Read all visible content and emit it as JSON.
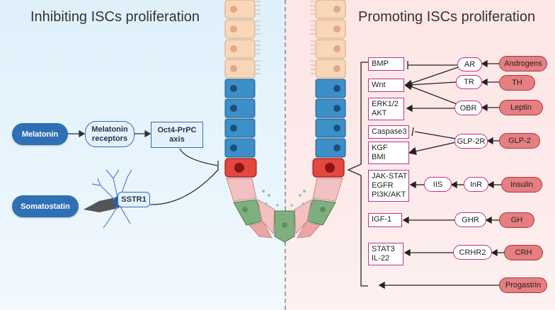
{
  "headings": {
    "left": "Inhibiting ISCs proliferation",
    "right": "Promoting ISCs proliferation"
  },
  "left_panel": {
    "melatonin": "Melatonin",
    "melatonin_receptors": [
      "Melatonin",
      "receptors"
    ],
    "oct4_prpc": [
      "Oct4-PrPC",
      "axis"
    ],
    "somatostatin": "Somatostatin",
    "sstr1": "SSTR1"
  },
  "right_panel": {
    "targets": {
      "bmp": "BMP",
      "wnt": "Wnt",
      "erk_akt": [
        "ERK1/2",
        "AKT"
      ],
      "caspase3": "Caspase3",
      "kgf_bmi": [
        "KGF",
        "BMI"
      ],
      "jak": [
        "JAK-STAT",
        "EGFR",
        "PI3K/AKT"
      ],
      "igf1": "IGF-1",
      "stat3": [
        "STAT3",
        "IL-22"
      ]
    },
    "receptors": {
      "ar": "AR",
      "tr": "TR",
      "obr": "OBR",
      "glp2r": "GLP-2R",
      "iis": "IIS",
      "inr": "InR",
      "ghr": "GHR",
      "crhr2": "CRHR2"
    },
    "hormones": {
      "androgens": "Androgens",
      "th": "TH",
      "leptin": "Leptin",
      "glp2": "GLP-2",
      "insulin": "Insulin",
      "gh": "GH",
      "crh": "CRH",
      "progastrin": "Progastrin"
    }
  },
  "colors": {
    "inhibit_bg": "#dff0fb",
    "promote_bg": "#fde6e6",
    "blue_accent": "#2f6fb3",
    "pink_accent": "#c2318a",
    "hormone_fill": "#e57f82"
  }
}
